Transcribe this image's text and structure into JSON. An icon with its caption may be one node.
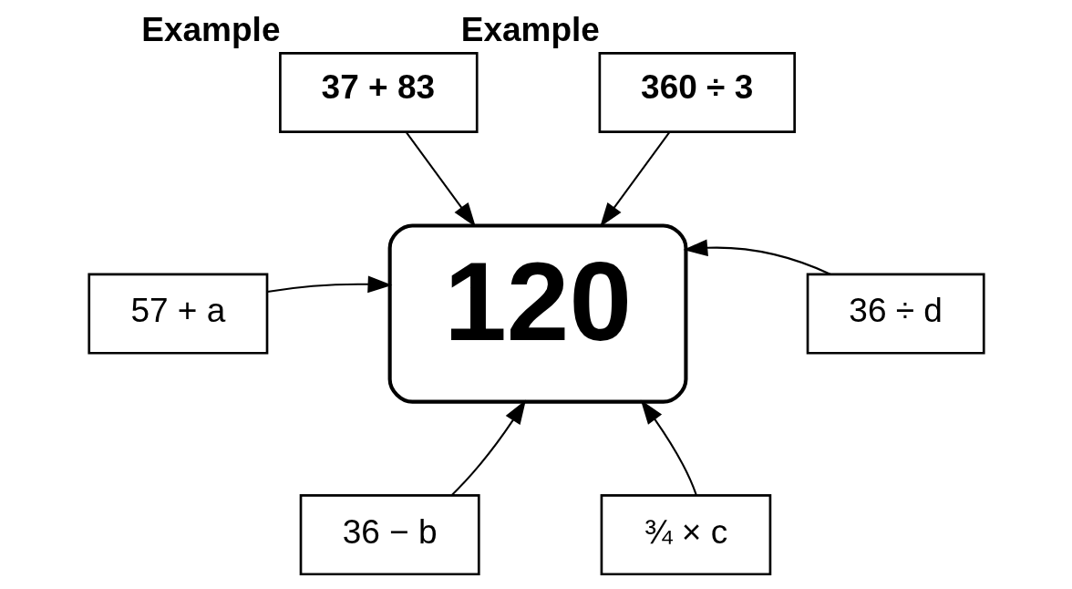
{
  "diagram": {
    "nodes": [
      {
        "text": [
          "120"
        ]
      },
      {
        "text": [
          "37 + 83"
        ],
        "beside": [
          "Example"
        ]
      },
      {
        "text": [
          "360 ÷ 3"
        ],
        "beside": [
          "Example"
        ]
      },
      {
        "text": [
          "57 + a"
        ]
      },
      {
        "text": [
          "36 ÷ d"
        ]
      },
      {
        "text": [
          "36 − b"
        ]
      },
      {
        "text": [
          "¾ × c"
        ]
      }
    ],
    "edges": [
      {
        "from": 1,
        "to": 0,
        "arrow": "to"
      },
      {
        "from": 2,
        "to": 0,
        "arrow": "to"
      },
      {
        "from": 3,
        "to": 0,
        "arrow": "to"
      },
      {
        "from": 4,
        "to": 0,
        "arrow": "to"
      },
      {
        "from": 5,
        "to": 0,
        "arrow": "to"
      },
      {
        "from": 6,
        "to": 0,
        "arrow": "to"
      }
    ]
  }
}
